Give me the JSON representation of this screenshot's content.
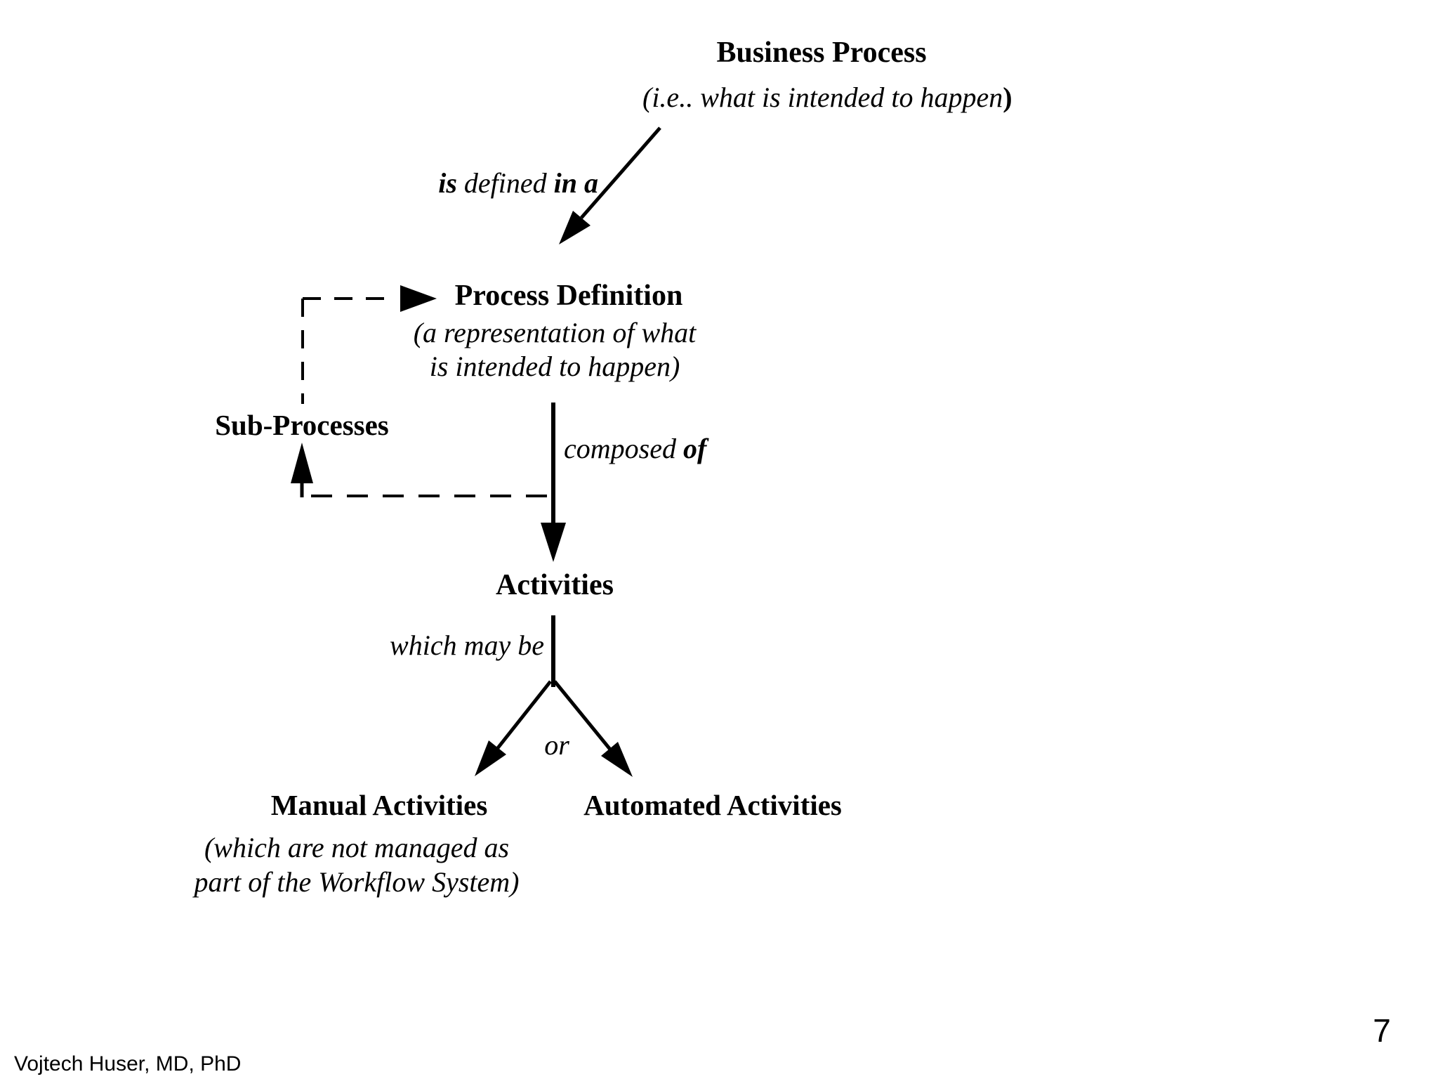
{
  "slide": {
    "background": "#ffffff",
    "ink": "#000000",
    "page_number": "7",
    "footer": "Vojtech Huser, MD, PhD"
  },
  "diagram": {
    "business_process": {
      "title": "Business Process",
      "subtitle": "(i.e.. what is intended to happen",
      "subtitle_close": ")"
    },
    "edge_is_defined": {
      "w1": "is",
      "w2": " defined ",
      "w3": "in a"
    },
    "process_definition": {
      "title": "Process Definition",
      "subtitle_line1": "(a representation of what",
      "subtitle_line2": "is intended to happen)"
    },
    "sub_processes": {
      "label": "Sub-Processes"
    },
    "edge_composed_of": {
      "w1": "composed ",
      "w2": "of"
    },
    "activities": {
      "label": "Activities"
    },
    "edge_which_may_be": {
      "label": "which may be"
    },
    "edge_or": {
      "label": "or"
    },
    "manual_activities": {
      "title": "Manual Activities",
      "subtitle_line1": "(which are not managed as",
      "subtitle_line2": "part of the Workflow System)"
    },
    "automated_activities": {
      "title": "Automated Activities"
    }
  }
}
